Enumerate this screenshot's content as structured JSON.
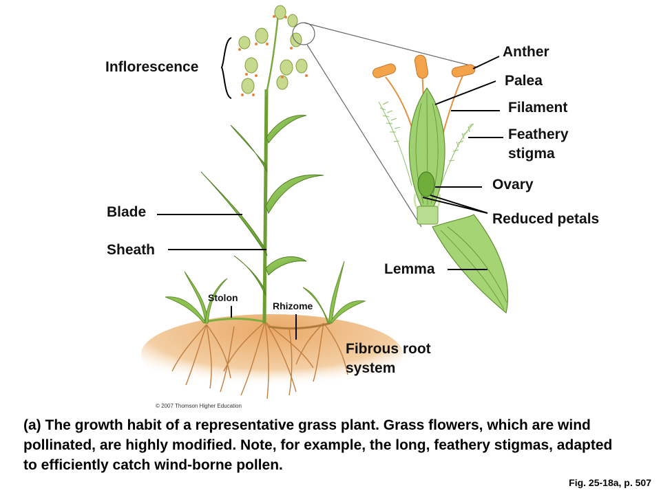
{
  "labels": {
    "inflorescence": "Inflorescence",
    "blade": "Blade",
    "sheath": "Sheath",
    "stolon": "Stolon",
    "rhizome": "Rhizome",
    "fibrous_root": "Fibrous root system",
    "anther": "Anther",
    "palea": "Palea",
    "filament": "Filament",
    "feathery_stigma": "Feathery stigma",
    "ovary": "Ovary",
    "reduced_petals": "Reduced petals",
    "lemma": "Lemma"
  },
  "copyright": "© 2007 Thomson Higher Education",
  "caption": "(a) The growth habit of a representative grass plant. Grass flowers, which are wind pollinated, are highly modified. Note, for example, the long, feathery stigmas, adapted to efficiently catch wind-borne pollen.",
  "figure_ref": "Fig. 25-18a, p. 507",
  "colors": {
    "soil": "#e7a86a",
    "root": "#c8874a",
    "stem": "#7cae3e",
    "leaf": "#8cc152",
    "anther": "#f0a040",
    "palea": "#9bcf6e"
  }
}
